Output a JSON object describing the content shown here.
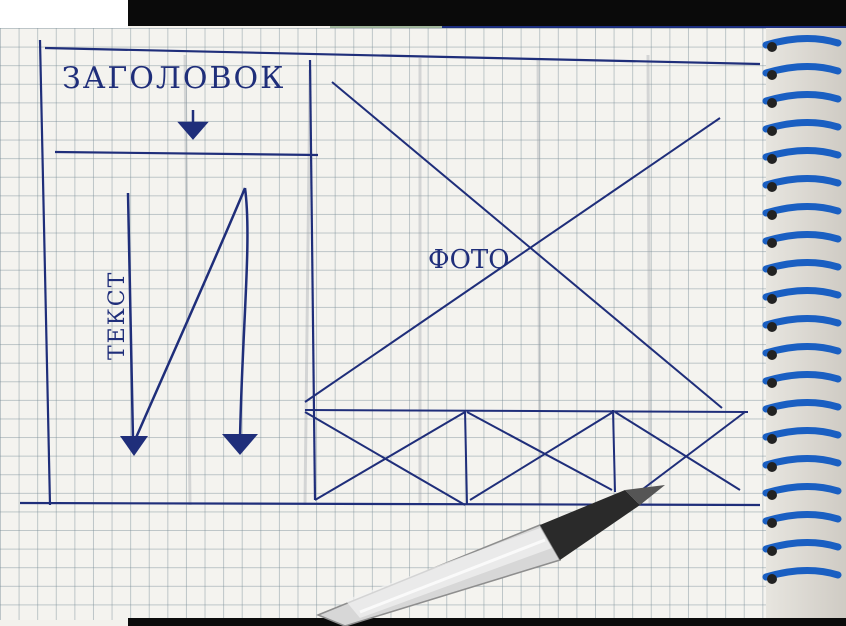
{
  "sketch": {
    "header_label": "ЗАГОЛОВОК",
    "photo_label": "ФОТО",
    "text_label": "ТЕКСТ"
  },
  "colors": {
    "ink": "#1f2e7a",
    "grid": "#7c8c96",
    "paper": "#f4f3ef",
    "spiral": "#1a5fc2"
  },
  "icons": [
    "arrow-down-icon",
    "pen-icon",
    "spiral-binding-icon"
  ]
}
